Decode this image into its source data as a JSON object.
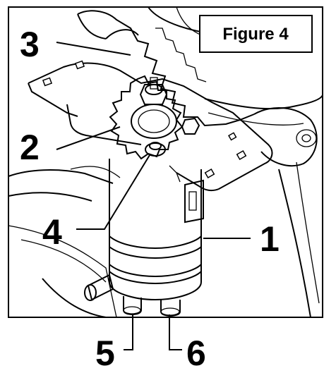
{
  "figure": {
    "caption": "Figure 4"
  },
  "callouts": [
    {
      "id": "1",
      "label": "1"
    },
    {
      "id": "2",
      "label": "2"
    },
    {
      "id": "3",
      "label": "3"
    },
    {
      "id": "4",
      "label": "4"
    },
    {
      "id": "5",
      "label": "5"
    },
    {
      "id": "6",
      "label": "6"
    }
  ],
  "colors": {
    "line": "#000000",
    "background": "#ffffff"
  }
}
